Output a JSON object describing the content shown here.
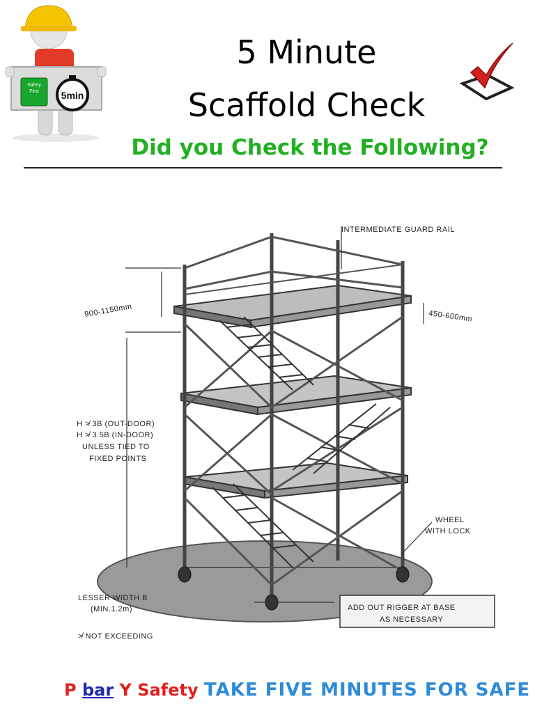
{
  "header": {
    "title_line1": "5 Minute",
    "title_line2": "Scaffold Check",
    "subtitle": "Did you Check the Following?"
  },
  "mascot": {
    "sign_left": "Safety First",
    "sign_right": "5min"
  },
  "diagram_labels": {
    "intermediate_guard_rail": "INTERMEDIATE GUARD RAIL",
    "rail_height": "900-1150mm",
    "toe_gap": "450-600mm",
    "height_line1": "H ≯ 3B (OUT-DOOR)",
    "height_line2": "H ≯ 3.5B (IN-DOOR)",
    "height_line3": "UNLESS TIED TO",
    "height_line4": "FIXED POINTS",
    "wheel_line1": "WHEEL",
    "wheel_line2": "WITH LOCK",
    "lesser_width_line1": "LESSER WIDTH B",
    "lesser_width_line2": "(MIN.1.2m)",
    "outrigger_line1": "ADD OUT RIGGER AT BASE",
    "outrigger_line2": "AS NECESSARY",
    "not_exceeding": "≯ NOT EXCEEDING"
  },
  "footer": {
    "p": "P",
    "bar": "bar",
    "y_safety": "Y Safety",
    "tagline": "TAKE FIVE MINUTES FOR SAFE"
  },
  "colors": {
    "subtitle_green": "#22b022",
    "footer_red": "#e02020",
    "footer_blue": "#2d8bd9",
    "link_blue": "#1b2ab0",
    "helmet_yellow": "#f5c400"
  }
}
